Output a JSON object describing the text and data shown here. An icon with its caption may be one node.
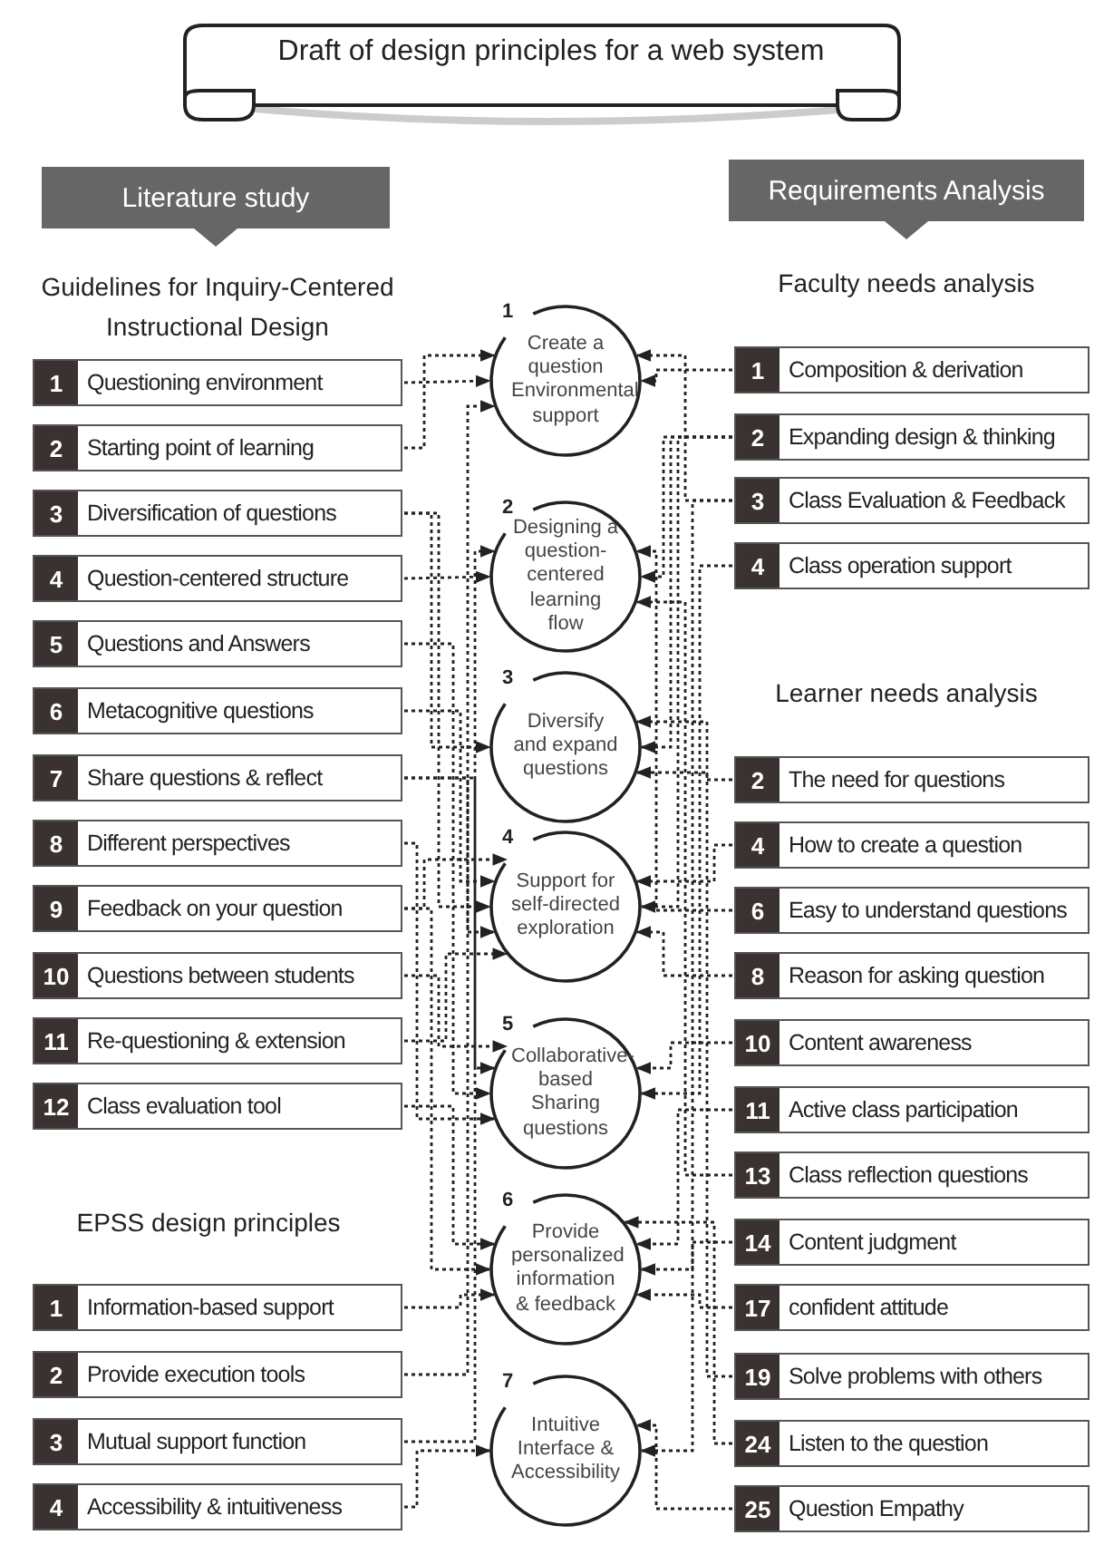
{
  "diagram": {
    "title": "Draft of design principles for a web system",
    "nodes": [
      {
        "text": [
          "Literature study"
        ]
      },
      {
        "text": [
          "Requirements Analysis"
        ]
      },
      {
        "text": [
          "1",
          "Questioning environment"
        ]
      },
      {
        "text": [
          "2",
          "Starting point of learning"
        ]
      },
      {
        "text": [
          "3",
          "Diversification of questions"
        ]
      },
      {
        "text": [
          "4",
          "Question-centered structure"
        ]
      },
      {
        "text": [
          "5",
          "Questions and Answers"
        ]
      },
      {
        "text": [
          "6",
          "Metacognitive questions"
        ]
      },
      {
        "text": [
          "7",
          "Share questions & reflect"
        ]
      },
      {
        "text": [
          "8",
          "Different perspectives"
        ]
      },
      {
        "text": [
          "9",
          "Feedback on your question"
        ]
      },
      {
        "text": [
          "10",
          "Questions between students"
        ]
      },
      {
        "text": [
          "11",
          "Re-questioning & extension"
        ]
      },
      {
        "text": [
          "12",
          "Class evaluation tool"
        ]
      },
      {
        "text": [
          "1",
          "Information-based support"
        ]
      },
      {
        "text": [
          "2",
          "Provide execution tools"
        ]
      },
      {
        "text": [
          "3",
          "Mutual support function"
        ]
      },
      {
        "text": [
          "4",
          "Accessibility & intuitiveness"
        ]
      },
      {
        "text": [
          "1",
          "Create a question Environmental support"
        ]
      },
      {
        "text": [
          "2",
          "Designing a question-centered learning flow"
        ]
      },
      {
        "text": [
          "3",
          "Diversify and expand questions"
        ]
      },
      {
        "text": [
          "4",
          "Support for self-directed exploration"
        ]
      },
      {
        "text": [
          "5",
          "Collaborative-based Sharing questions"
        ]
      },
      {
        "text": [
          "6",
          "Provide personalized information & feedback"
        ]
      },
      {
        "text": [
          "7",
          "Intuitive Interface & Accessibility"
        ]
      },
      {
        "text": [
          "1",
          "Composition & derivation"
        ]
      },
      {
        "text": [
          "2",
          "Expanding design & thinking"
        ]
      },
      {
        "text": [
          "3",
          "Class Evaluation & Feedback"
        ]
      },
      {
        "text": [
          "4",
          "Class operation support"
        ]
      },
      {
        "text": [
          "2",
          "The need for questions"
        ]
      },
      {
        "text": [
          "4",
          "How to create a question"
        ]
      },
      {
        "text": [
          "6",
          "Easy to understand questions"
        ]
      },
      {
        "text": [
          "8",
          "Reason for asking question"
        ]
      },
      {
        "text": [
          "10",
          "Content awareness"
        ]
      },
      {
        "text": [
          "11",
          "Active class participation"
        ]
      },
      {
        "text": [
          "13",
          "Class reflection questions"
        ]
      },
      {
        "text": [
          "14",
          "Content judgment"
        ]
      },
      {
        "text": [
          "17",
          "confident attitude"
        ]
      },
      {
        "text": [
          "19",
          "Solve problems with others"
        ]
      },
      {
        "text": [
          "24",
          "Listen to the question"
        ]
      },
      {
        "text": [
          "25",
          "Question Empathy"
        ]
      }
    ],
    "edges": [
      {
        "from": 2,
        "to": 18,
        "arrow": "to"
      },
      {
        "from": 3,
        "to": 18,
        "arrow": "to"
      },
      {
        "from": 4,
        "to": 20,
        "arrow": "to"
      },
      {
        "from": 4,
        "to": 21,
        "arrow": "to"
      },
      {
        "from": 5,
        "to": 19,
        "arrow": "to"
      },
      {
        "from": 6,
        "to": 22,
        "arrow": "to"
      },
      {
        "from": 7,
        "to": 21,
        "arrow": "to"
      },
      {
        "from": 8,
        "to": 21,
        "arrow": "to"
      },
      {
        "from": 8,
        "to": 22,
        "arrow": "to"
      },
      {
        "from": 9,
        "to": 22,
        "arrow": "to"
      },
      {
        "from": 10,
        "to": 21,
        "arrow": "to"
      },
      {
        "from": 10,
        "to": 23,
        "arrow": "to"
      },
      {
        "from": 11,
        "to": 22,
        "arrow": "to"
      },
      {
        "from": 12,
        "to": 21,
        "arrow": "to"
      },
      {
        "from": 13,
        "to": 23,
        "arrow": "to"
      },
      {
        "from": 14,
        "to": 23,
        "arrow": "to"
      },
      {
        "from": 15,
        "to": 18,
        "arrow": "to"
      },
      {
        "from": 16,
        "to": 19,
        "arrow": "to"
      },
      {
        "from": 17,
        "to": 24,
        "arrow": "to"
      },
      {
        "from": 25,
        "to": 18,
        "arrow": "to"
      },
      {
        "from": 26,
        "to": 19,
        "arrow": "to"
      },
      {
        "from": 26,
        "to": 20,
        "arrow": "to"
      },
      {
        "from": 26,
        "to": 21,
        "arrow": "to"
      },
      {
        "from": 27,
        "to": 18,
        "arrow": "to"
      },
      {
        "from": 27,
        "to": 23,
        "arrow": "to"
      },
      {
        "from": 28,
        "to": 22,
        "arrow": "to"
      },
      {
        "from": 29,
        "to": 20,
        "arrow": "to"
      },
      {
        "from": 30,
        "to": 21,
        "arrow": "to"
      },
      {
        "from": 31,
        "to": 19,
        "arrow": "to"
      },
      {
        "from": 32,
        "to": 21,
        "arrow": "to"
      },
      {
        "from": 33,
        "to": 22,
        "arrow": "to"
      },
      {
        "from": 34,
        "to": 23,
        "arrow": "to"
      },
      {
        "from": 35,
        "to": 19,
        "arrow": "to"
      },
      {
        "from": 36,
        "to": 24,
        "arrow": "to"
      },
      {
        "from": 37,
        "to": 23,
        "arrow": "to"
      },
      {
        "from": 38,
        "to": 20,
        "arrow": "to"
      },
      {
        "from": 39,
        "to": 23,
        "arrow": "to"
      },
      {
        "from": 40,
        "to": 24,
        "arrow": "to"
      }
    ],
    "labels": [
      "Guidelines for Inquiry-Centered Instructional Design",
      "Faculty needs analysis",
      "Learner needs analysis",
      "EPSS design principles"
    ]
  }
}
